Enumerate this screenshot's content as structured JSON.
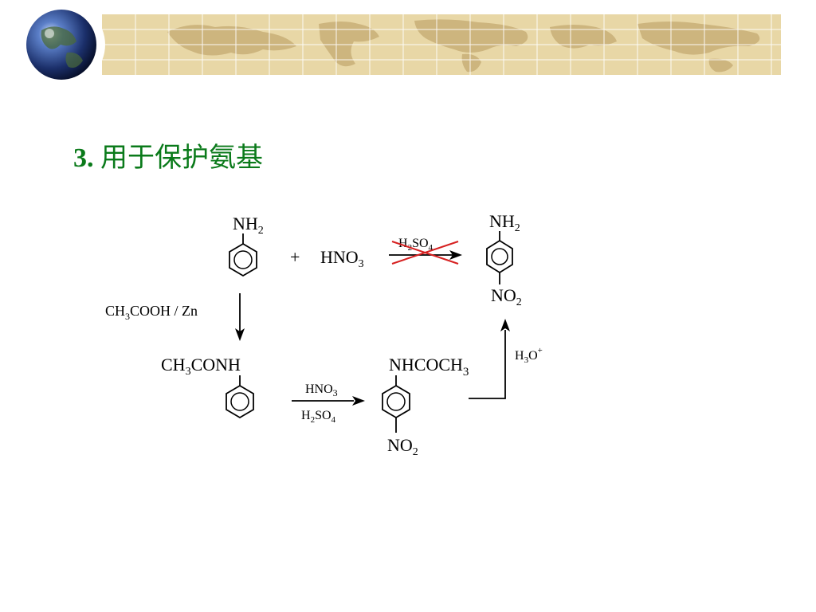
{
  "slide": {
    "number": "3.",
    "heading": "用于保护氨基"
  },
  "scheme": {
    "aniline": {
      "group": "NH",
      "sub": "2"
    },
    "plus": "+",
    "reagent_top": {
      "a": "HNO",
      "sub": "3"
    },
    "blocked_arrow": {
      "a": "H",
      "s1": "2",
      "b": "SO",
      "s2": "4"
    },
    "product_top": {
      "amine": {
        "group": "NH",
        "sub": "2"
      },
      "nitro": {
        "group": "NO",
        "sub": "2"
      }
    },
    "protect_reagent": {
      "a": "CH",
      "s1": "3",
      "b": "COOH / Zn"
    },
    "acetanilide": {
      "a": "CH",
      "s1": "3",
      "b": "CONH"
    },
    "nitration": {
      "top": {
        "a": "HNO",
        "s1": "3"
      },
      "bottom": {
        "a": "H",
        "s1": "2",
        "b": "SO",
        "s2": "4"
      }
    },
    "nitro_acetanilide": {
      "top": {
        "a": "NHCOCH",
        "s1": "3"
      },
      "bottom": {
        "a": "NO",
        "s1": "2"
      }
    },
    "hydrolysis": {
      "a": "H",
      "s1": "3",
      "b": "O",
      "sup": "+"
    }
  },
  "colors": {
    "title": "#0a7a1a",
    "cross": "#d62020",
    "banner": "#e8d7a6",
    "banner_grid": "#ffffff",
    "continents": "#cdb57e"
  },
  "icons": {
    "logo": "globe-icon"
  }
}
